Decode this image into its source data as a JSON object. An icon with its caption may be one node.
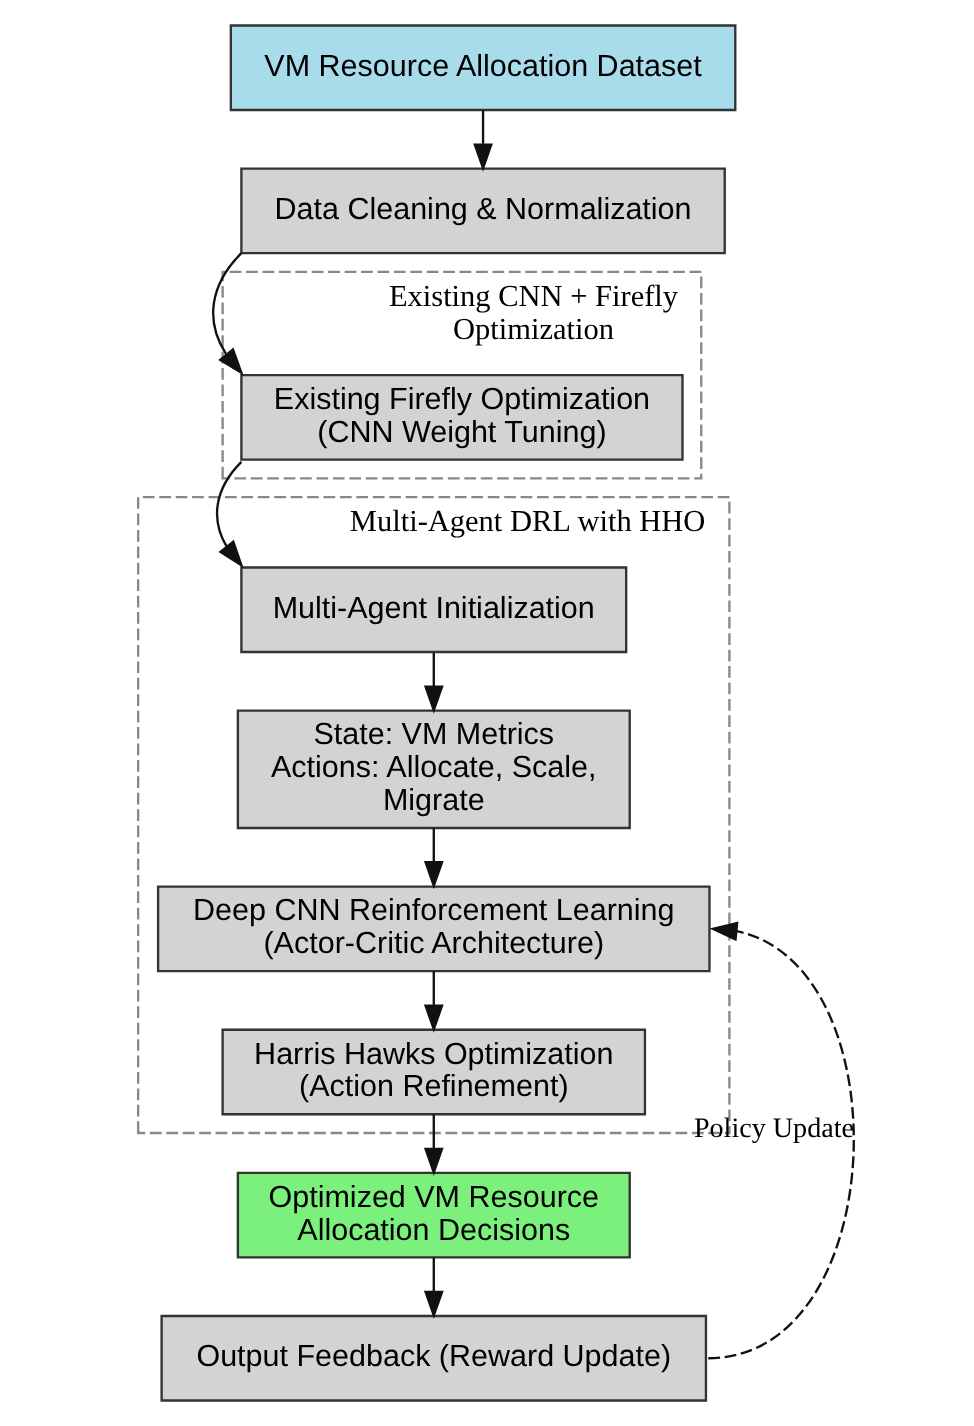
{
  "diagram": {
    "nodes": [
      {
        "text": [
          "VM Resource Allocation Dataset"
        ]
      },
      {
        "text": [
          "Data Cleaning & Normalization"
        ]
      },
      {
        "text": [
          "Existing CNN + Firefly Optimization"
        ]
      },
      {
        "text": [
          "Existing Firefly Optimization (CNN Weight Tuning)"
        ],
        "in": 2
      },
      {
        "text": [
          "Multi-Agent DRL with HHO"
        ]
      },
      {
        "text": [
          "Multi-Agent Initialization"
        ],
        "in": 4
      },
      {
        "text": [
          "State: VM Metrics",
          "Actions: Allocate, Scale, Migrate"
        ],
        "in": 4
      },
      {
        "text": [
          "Deep CNN Reinforcement Learning (Actor-Critic Architecture)"
        ],
        "in": 4
      },
      {
        "text": [
          "Harris Hawks Optimization (Action Refinement)"
        ],
        "in": 4
      },
      {
        "text": [
          "Optimized VM Resource Allocation Decisions"
        ]
      },
      {
        "text": [
          "Output Feedback (Reward Update)"
        ]
      }
    ],
    "edges": [
      {
        "from": 0,
        "to": 1,
        "arrow": "to"
      },
      {
        "from": 1,
        "to": 3,
        "arrow": "to"
      },
      {
        "from": 3,
        "to": 5,
        "arrow": "to"
      },
      {
        "from": 5,
        "to": 6,
        "arrow": "to"
      },
      {
        "from": 6,
        "to": 7,
        "arrow": "to"
      },
      {
        "from": 7,
        "to": 8,
        "arrow": "to"
      },
      {
        "from": 8,
        "to": 9,
        "arrow": "to"
      },
      {
        "from": 9,
        "to": 10,
        "arrow": "to"
      },
      {
        "from": 10,
        "to": 7,
        "arrow": "to",
        "style": "dashed",
        "label": "Policy Update"
      }
    ]
  }
}
